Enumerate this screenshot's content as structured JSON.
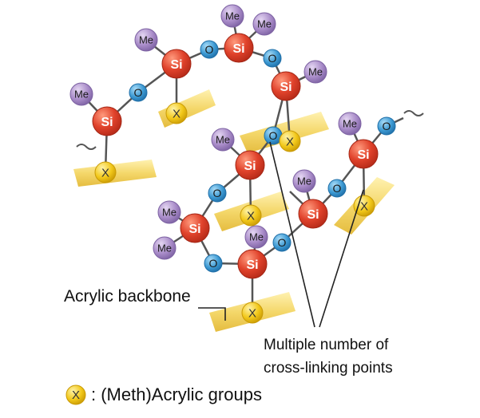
{
  "labels": {
    "me": "Me",
    "si": "Si",
    "o": "O",
    "x": "X"
  },
  "annotations": {
    "backbone": "Acrylic backbone",
    "crosslink_line1": "Multiple number of",
    "crosslink_line2": "cross-linking points"
  },
  "legend": {
    "symbol": "X",
    "text": ": (Meth)Acrylic groups"
  },
  "colors": {
    "si": "#e0422b",
    "o": "#3d9ad3",
    "me": "#a88bc8",
    "x": "#f2c81a",
    "backbone": "#f3d35a",
    "bond": "#555555"
  }
}
